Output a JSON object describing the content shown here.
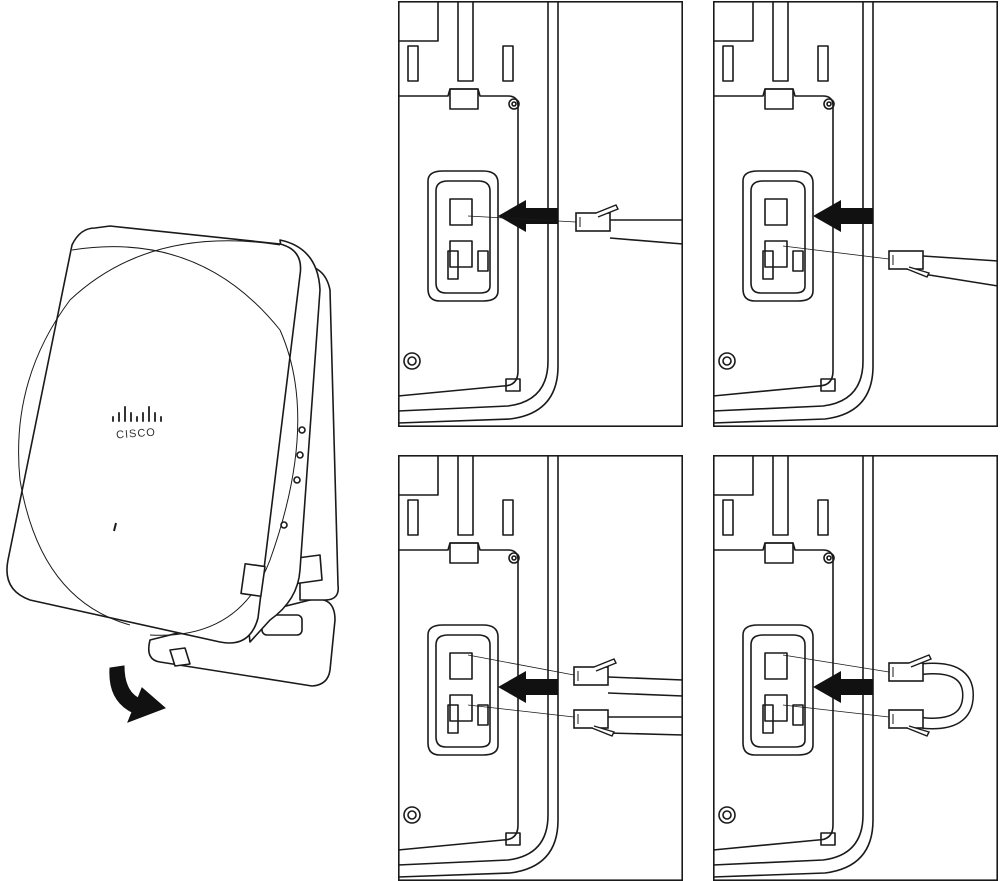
{
  "device": {
    "brand_text": "CISCO",
    "stroke_color": "#1a1a1a",
    "fill_color": "#ffffff",
    "arrow_color": "#111111"
  },
  "panels": [
    {
      "cable_count": 1,
      "cable_style": "straight"
    },
    {
      "cable_count": 1,
      "cable_style": "straight-tilted"
    },
    {
      "cable_count": 2,
      "cable_style": "parallel"
    },
    {
      "cable_count": 2,
      "cable_style": "looped"
    }
  ]
}
